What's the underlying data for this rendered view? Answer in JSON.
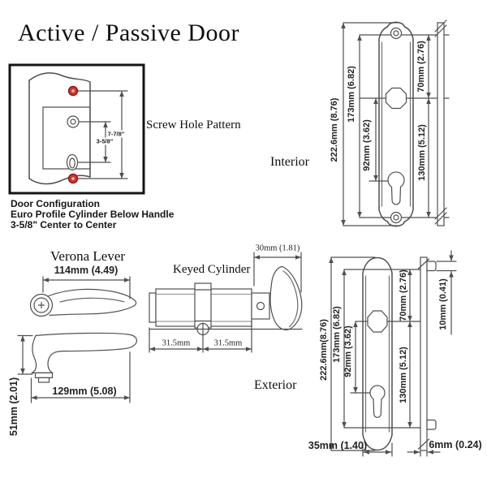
{
  "title": "Active / Passive Door",
  "screw_pattern": {
    "caption": "Screw Hole Pattern",
    "dim_screw_to_screw": "7-7/8\"",
    "dim_center_to_center": "3-5/8\"",
    "notes": [
      "Door Configuration",
      "Euro Profile Cylinder Below Handle",
      "3-5/8\" Center to Center"
    ]
  },
  "interior": {
    "label": "Interior",
    "dim_overall": "222.6mm (8.76)",
    "dim_screw_to_screw": "173mm (6.82)",
    "dim_spindle_to_cylinder": "92mm (3.62)",
    "dim_top_to_spindle": "70mm (2.76)",
    "dim_spindle_to_bottom": "130mm (5.12)"
  },
  "exterior": {
    "label": "Exterior",
    "dim_overall": "222.6mm(8.76)",
    "dim_post_to_post": "173mm (6.82)",
    "dim_spindle_to_cylinder": "92mm (3.62)",
    "dim_top_to_spindle": "70mm (2.76)",
    "dim_spindle_to_bottom": "130mm (5.12)",
    "dim_post_height": "10mm (0.41)",
    "dim_plate_width": "35mm (1.40)",
    "dim_plate_thickness": "6mm (0.24)"
  },
  "lever": {
    "title": "Verona Lever",
    "dim_grip_length": "114mm (4.49)",
    "dim_overall_length": "129mm (5.08)",
    "dim_height": "51mm (2.01)"
  },
  "cylinder": {
    "title": "Keyed Cylinder",
    "dim_thumbturn": "30mm (1.81)",
    "dim_left_half": "31.5mm",
    "dim_right_half": "31.5mm"
  },
  "colors": {
    "line": "#4f4f4f",
    "screw_red": "#da322a",
    "box_border": "#141414"
  }
}
